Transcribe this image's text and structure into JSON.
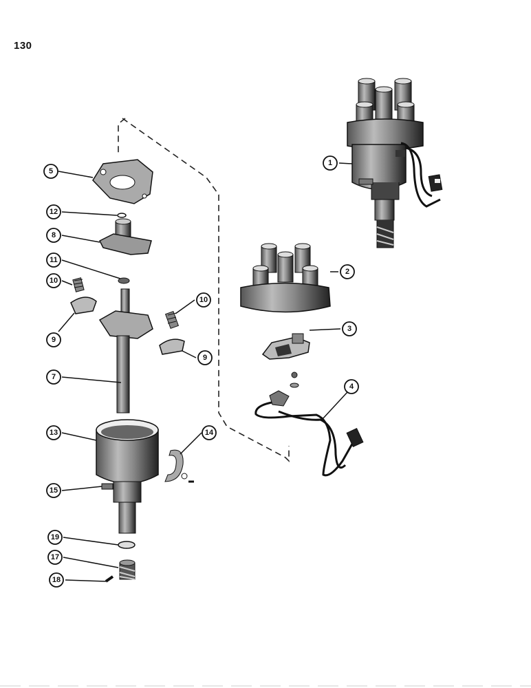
{
  "page": {
    "number": "130"
  },
  "callouts": [
    {
      "id": "c1",
      "label": "1"
    },
    {
      "id": "c2",
      "label": "2"
    },
    {
      "id": "c3",
      "label": "3"
    },
    {
      "id": "c4",
      "label": "4"
    },
    {
      "id": "c5",
      "label": "5"
    },
    {
      "id": "c12",
      "label": "12"
    },
    {
      "id": "c8",
      "label": "8"
    },
    {
      "id": "c11",
      "label": "11"
    },
    {
      "id": "c10a",
      "label": "10"
    },
    {
      "id": "c9a",
      "label": "9"
    },
    {
      "id": "c10b",
      "label": "10"
    },
    {
      "id": "c9b",
      "label": "9"
    },
    {
      "id": "c7",
      "label": "7"
    },
    {
      "id": "c13",
      "label": "13"
    },
    {
      "id": "c14",
      "label": "14"
    },
    {
      "id": "c15",
      "label": "15"
    },
    {
      "id": "c19",
      "label": "19"
    },
    {
      "id": "c17",
      "label": "17"
    },
    {
      "id": "c18",
      "label": "18"
    }
  ]
}
